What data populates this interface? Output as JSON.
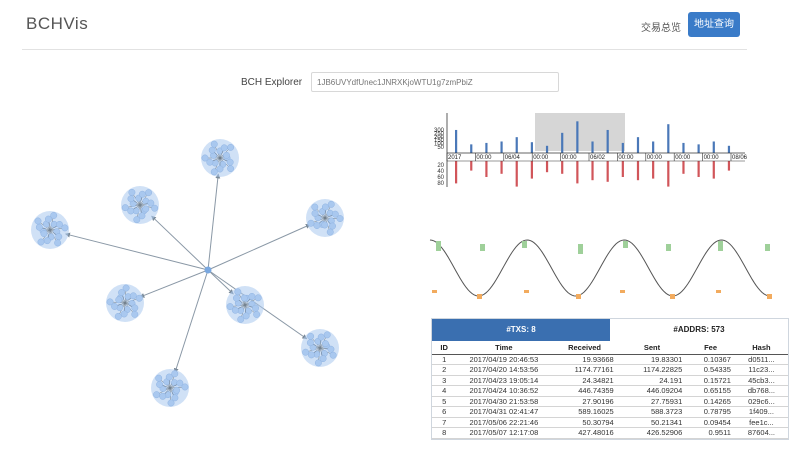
{
  "app": {
    "title": "BCHVis"
  },
  "nav": {
    "tx_overview": "交易总览",
    "address_query": "地址查询"
  },
  "explorer": {
    "label": "BCH Explorer",
    "placeholder": "1JB6UVYdfUnec1JNRXKjoWTU1g7zmPbiZ"
  },
  "timeline": {
    "x_tick_labels": [
      "2017",
      "00:00",
      "06/04",
      "00:00",
      "00:00",
      "06/02",
      "00:00",
      "00:00",
      "00:00",
      "00:00",
      "08/06"
    ],
    "y_top_ticks": [
      "300",
      "250",
      "200",
      "150",
      "100",
      "50"
    ],
    "y_bottom_ticks": [
      "20",
      "40",
      "60",
      "80"
    ],
    "received": [
      160,
      60,
      70,
      80,
      110,
      75,
      50,
      140,
      220,
      80,
      160,
      70,
      110,
      80,
      200,
      70,
      60,
      80,
      50
    ],
    "sent": [
      70,
      30,
      50,
      40,
      80,
      55,
      35,
      40,
      70,
      60,
      65,
      50,
      60,
      55,
      80,
      40,
      50,
      55,
      30
    ]
  },
  "table": {
    "tabs": {
      "txs": "#TXS: 8",
      "addrs": "#ADDRS: 573"
    },
    "columns": [
      "ID",
      "Time",
      "Received",
      "Sent",
      "Fee",
      "Hash"
    ],
    "rows": [
      [
        "1",
        "2017/04/19 20:46:53",
        "19.93668",
        "19.83301",
        "0.10367",
        "d0511..."
      ],
      [
        "2",
        "2017/04/20 14:53:56",
        "1174.77161",
        "1174.22825",
        "0.54335",
        "11c23..."
      ],
      [
        "3",
        "2017/04/23 19:05:14",
        "24.34821",
        "24.191",
        "0.15721",
        "45cb3..."
      ],
      [
        "4",
        "2017/04/24 10:36:52",
        "446.74359",
        "446.09204",
        "0.65155",
        "db768..."
      ],
      [
        "5",
        "2017/04/30 21:53:58",
        "27.90196",
        "27.75931",
        "0.14265",
        "029c6..."
      ],
      [
        "6",
        "2017/04/31 02:41:47",
        "589.16025",
        "588.3723",
        "0.78795",
        "1f409..."
      ],
      [
        "7",
        "2017/05/06 22:21:46",
        "50.30794",
        "50.21341",
        "0.09454",
        "fee1c..."
      ],
      [
        "8",
        "2017/05/07 12:17:08",
        "427.48016",
        "426.52906",
        "0.9511",
        "87604..."
      ]
    ]
  },
  "colors": {
    "accent": "#3a7bc8",
    "node": "#a9c8ef",
    "received": "#4a78b8",
    "sent": "#d1555a",
    "green": "#9fd09a",
    "orange": "#f2ab5e"
  }
}
